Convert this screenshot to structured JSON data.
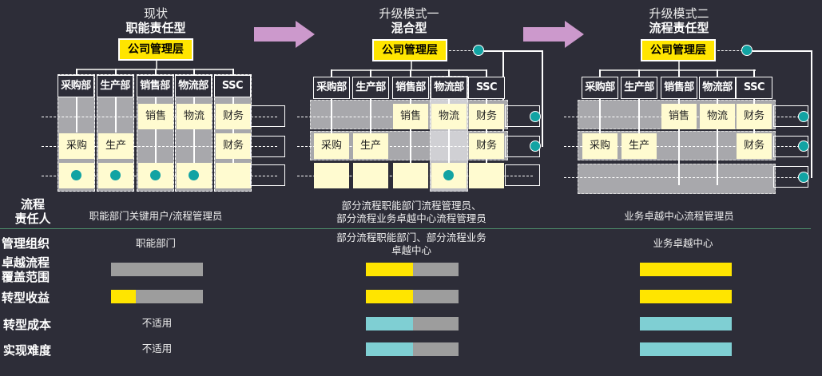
{
  "colors": {
    "background": "#2d2d38",
    "management": "#ffe500",
    "cell": "#fffbd0",
    "owner_dot": "#12a3a3",
    "bar_track": "#9d9d9d",
    "bar_yellow": "#ffe500",
    "bar_teal": "#7fcfd3",
    "arrow": "#cc99cc",
    "separator": "#4e8f6c"
  },
  "panels": [
    {
      "title_line1": "现状",
      "title_line2": "职能责任型",
      "management": "公司管理层",
      "departments": [
        "采购部",
        "生产部",
        "销售部",
        "物流部",
        "SSC"
      ],
      "row1_cells": [
        "",
        "",
        "销售",
        "物流",
        "财务"
      ],
      "row2_cells": [
        "采购",
        "生产",
        "",
        "",
        "财务"
      ],
      "row3_dots": [
        true,
        true,
        true,
        true,
        false
      ],
      "process_owner": "职能部门关键用户/流程管理员",
      "management_org": "职能部门"
    },
    {
      "title_line1": "升级模式一",
      "title_line2": "混合型",
      "management": "公司管理层",
      "departments": [
        "采购部",
        "生产部",
        "销售部",
        "物流部",
        "SSC"
      ],
      "row1_cells": [
        "",
        "",
        "销售",
        "物流",
        "财务"
      ],
      "row2_cells": [
        "采购",
        "生产",
        "",
        "",
        "财务"
      ],
      "row3_dots": [
        false,
        false,
        false,
        true,
        false
      ],
      "process_owner_line1": "部分流程职能部门流程管理员、",
      "process_owner_line2": "部分流程业务卓越中心流程管理员",
      "management_org_line1": "部分流程职能部门、部分流程业务",
      "management_org_line2": "卓越中心"
    },
    {
      "title_line1": "升级模式二",
      "title_line2": "流程责任型",
      "management": "公司管理层",
      "departments": [
        "采购部",
        "生产部",
        "销售部",
        "物流部",
        "SSC"
      ],
      "row1_cells": [
        "",
        "",
        "销售",
        "物流",
        "财务"
      ],
      "row2_cells": [
        "采购",
        "生产",
        "",
        "",
        "财务"
      ],
      "process_owner": "业务卓越中心流程管理员",
      "management_org": "业务卓越中心"
    }
  ],
  "row_labels": {
    "process_owner_line1": "流程",
    "process_owner_line2": "责任人",
    "management_org": "管理组织",
    "coverage_line1": "卓越流程",
    "coverage_line2": "覆盖范围",
    "benefit": "转型收益",
    "cost": "转型成本",
    "difficulty": "实现难度"
  },
  "metrics": {
    "coverage": [
      0.0,
      0.51,
      1.0
    ],
    "benefit": [
      0.27,
      0.51,
      1.0
    ],
    "cost": [
      null,
      0.51,
      1.0
    ],
    "difficulty": [
      null,
      0.51,
      1.0
    ]
  },
  "not_applicable": "不适用"
}
